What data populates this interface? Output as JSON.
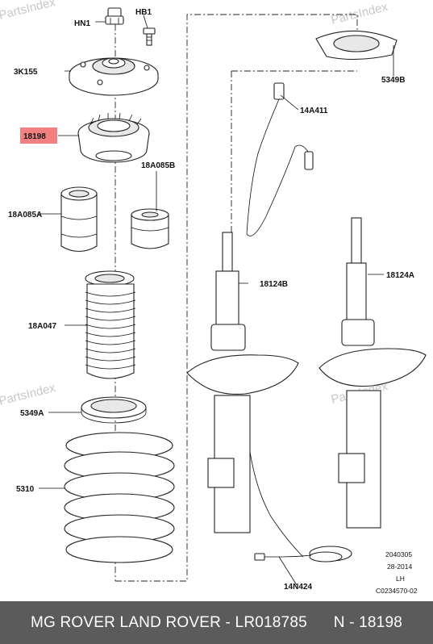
{
  "watermarks": [
    "PartsIndex",
    "PartsIndex",
    "PartsIndex"
  ],
  "labels": {
    "hn1": "HN1",
    "hb1": "HB1",
    "mount_top": "3K155",
    "bearing": "18198",
    "bump_stop_b": "18A085B",
    "bump_stop_a": "18A085A",
    "dust_boot": "18A047",
    "seat_lower": "5349A",
    "spring": "5310",
    "seat_upper": "5349B",
    "sensor_top": "14A411",
    "strut_b": "18124B",
    "strut_a": "18124A",
    "harness": "14N424"
  },
  "ref_block": [
    "2040305",
    "28-2014",
    "LH",
    "C0234570-02"
  ],
  "highlight_color": "#f28080",
  "footer": {
    "left": "MG ROVER LAND ROVER - LR018785",
    "right": "N - 18198"
  }
}
